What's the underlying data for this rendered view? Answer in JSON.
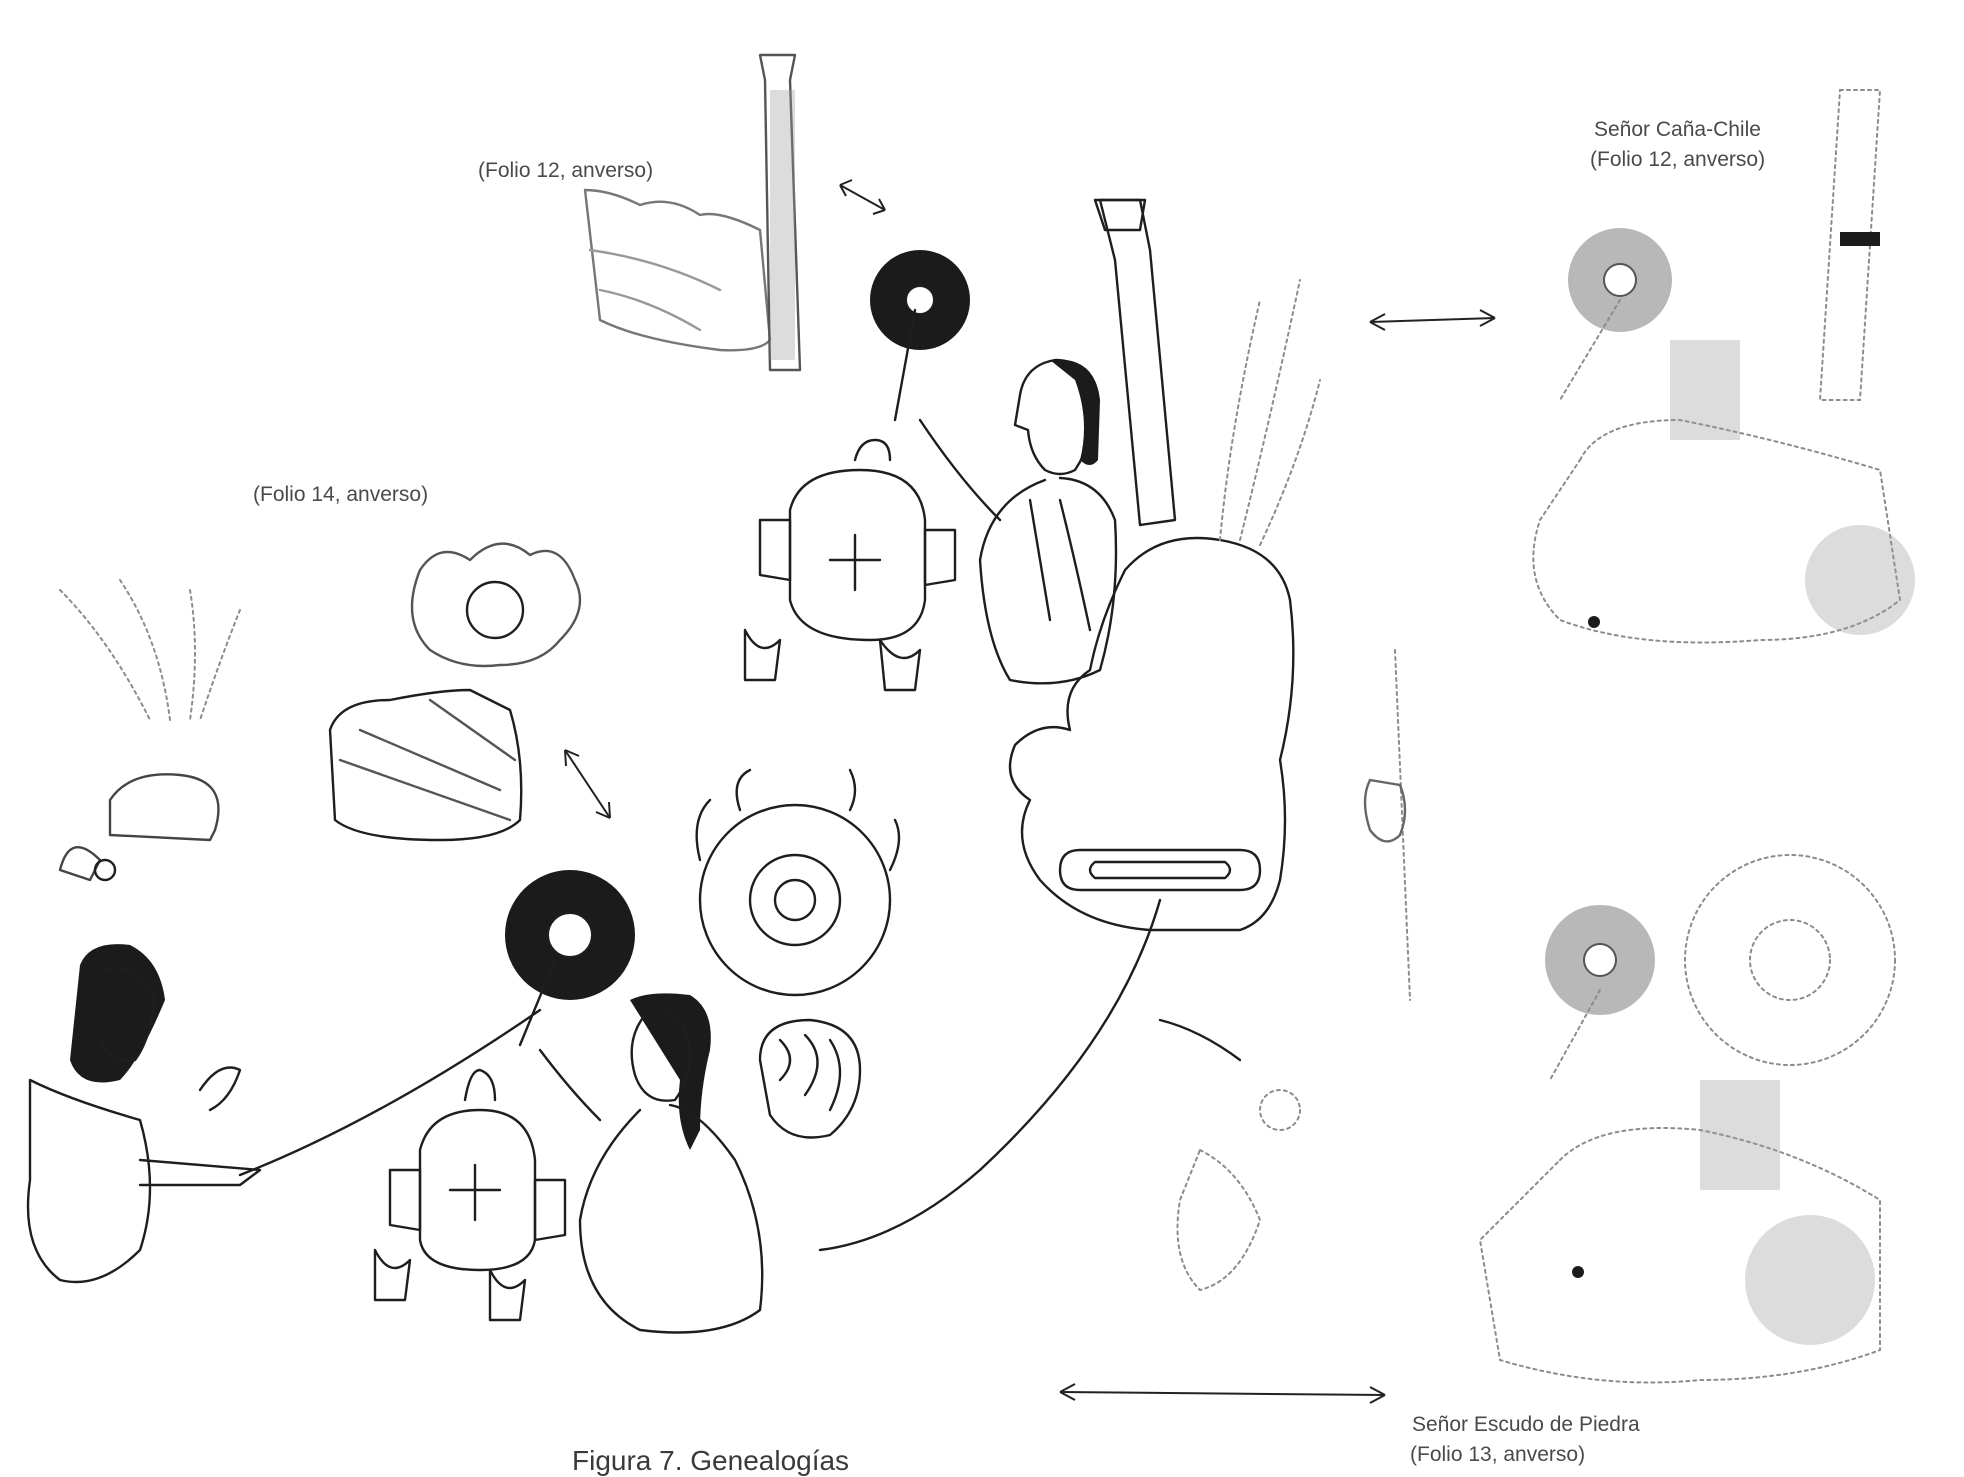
{
  "labels": {
    "folio12_top": "(Folio 12, anverso)",
    "folio14": "(Folio 14, anverso)",
    "cana_chile_name": "Señor Caña-Chile",
    "cana_chile_folio": "(Folio 12, anverso)",
    "escudo_name": "Señor Escudo de Piedra",
    "escudo_folio": "(Folio 13, anverso)"
  },
  "caption": "Figura 7. Genealogías",
  "colors": {
    "ink": "#1e1e1e",
    "faded": "#8c8c8c",
    "paper": "#ffffff"
  }
}
